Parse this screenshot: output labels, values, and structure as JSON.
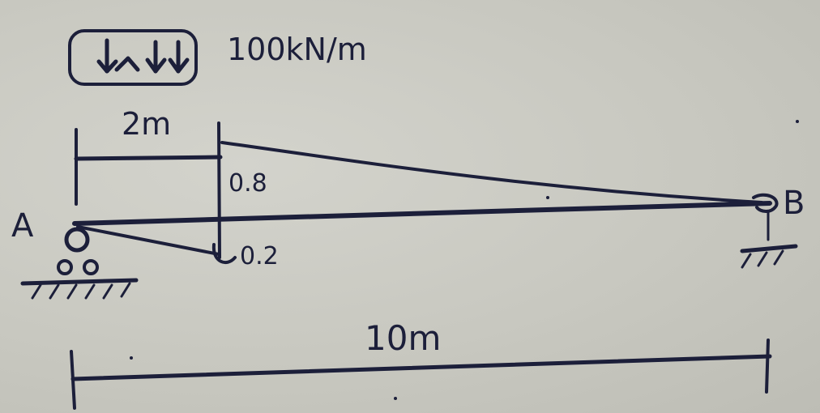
{
  "load": {
    "intensity_label": "100kN/m"
  },
  "dimensions": {
    "segment_label": "2m",
    "span_label": "10m"
  },
  "beam": {
    "depth_top_label": "0.8",
    "depth_bottom_label": "0.2"
  },
  "supports": {
    "left_label": "A",
    "right_label": "B"
  },
  "colors": {
    "ink": "#1c1f3a",
    "paper": "#c9c9c2"
  }
}
